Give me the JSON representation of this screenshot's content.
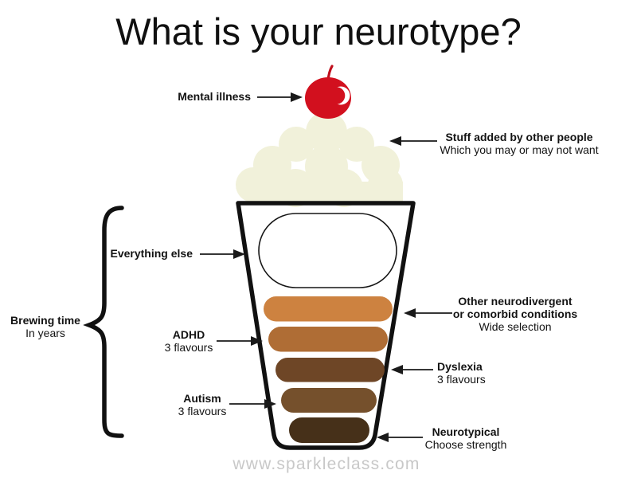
{
  "title": "What is your neurotype?",
  "watermark": "www.sparkleclass.com",
  "colors": {
    "cherry": "#d2101e",
    "cherry_stem": "#c00f1c",
    "cream": "#f1f1da",
    "outline": "#111111",
    "arrow": "#1a1a1a",
    "layer_other_neurodivergent": "#cd8240",
    "layer_adhd": "#af6d35",
    "layer_dyslexia": "#6e4626",
    "layer_autism": "#75502c",
    "layer_neurotypical": "#463019",
    "watermark_gray": "#c8c8c8"
  },
  "labels": {
    "mental_illness": {
      "title": "Mental illness"
    },
    "stuff_added": {
      "title": "Stuff added by other people",
      "subtitle": "Which you may or may not want"
    },
    "everything_else": {
      "title": "Everything else"
    },
    "brewing_time": {
      "title": "Brewing time",
      "subtitle": "In years"
    },
    "adhd": {
      "title": "ADHD",
      "subtitle": "3 flavours"
    },
    "other_neurodivergent": {
      "title_line1": "Other neurodivergent",
      "title_line2": "or comorbid conditions",
      "subtitle": "Wide selection"
    },
    "dyslexia": {
      "title": "Dyslexia",
      "subtitle": "3 flavours"
    },
    "autism": {
      "title": "Autism",
      "subtitle": "3 flavours"
    },
    "neurotypical": {
      "title": "Neurotypical",
      "subtitle": "Choose strength"
    }
  }
}
